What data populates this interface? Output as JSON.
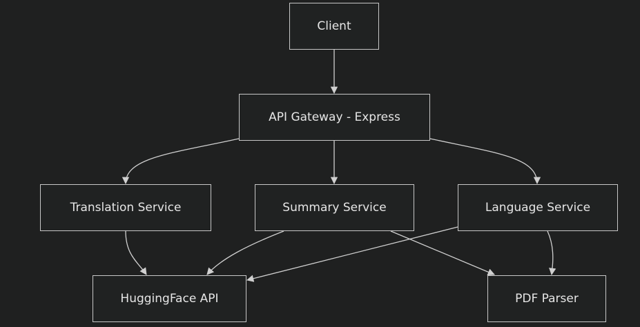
{
  "diagram": {
    "colors": {
      "background": "#1f2020",
      "node_fill": "#202222",
      "node_border": "#c8c8c8",
      "edge": "#d0d0d0",
      "text": "#e6e6e6"
    },
    "nodes": [
      {
        "id": "client",
        "label": "Client"
      },
      {
        "id": "gateway",
        "label": "API Gateway - Express"
      },
      {
        "id": "translation",
        "label": "Translation Service"
      },
      {
        "id": "summary",
        "label": "Summary Service"
      },
      {
        "id": "language",
        "label": "Language Service"
      },
      {
        "id": "hugging",
        "label": "HuggingFace API"
      },
      {
        "id": "pdf",
        "label": "PDF Parser"
      }
    ],
    "edges": [
      {
        "from": "client",
        "to": "gateway"
      },
      {
        "from": "gateway",
        "to": "translation"
      },
      {
        "from": "gateway",
        "to": "summary"
      },
      {
        "from": "gateway",
        "to": "language"
      },
      {
        "from": "translation",
        "to": "hugging"
      },
      {
        "from": "summary",
        "to": "hugging"
      },
      {
        "from": "summary",
        "to": "pdf"
      },
      {
        "from": "language",
        "to": "hugging"
      },
      {
        "from": "language",
        "to": "pdf"
      }
    ]
  }
}
